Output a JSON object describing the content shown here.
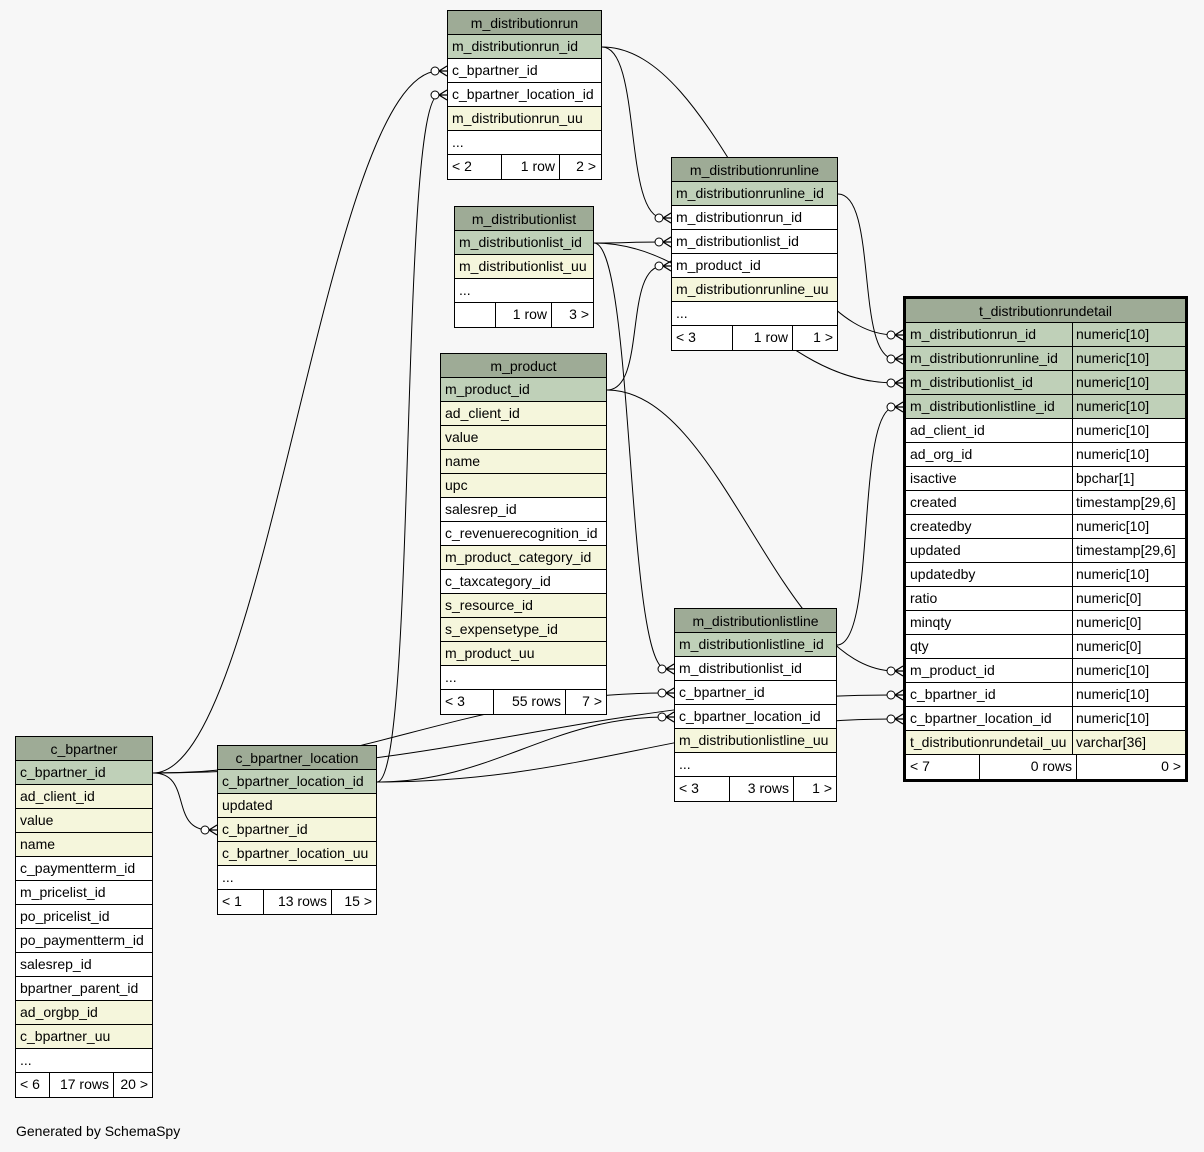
{
  "generated_by": "Generated by SchemaSpy",
  "colors": {
    "header": "#9eab96",
    "primary_key": "#bfd0b8",
    "indexed": "#f5f6dc",
    "plain": "#ffffff",
    "background": "#f7f7f7"
  },
  "tables": {
    "m_distributionrun": {
      "name": "m_distributionrun",
      "columns": [
        {
          "name": "m_distributionrun_id",
          "kind": "pk"
        },
        {
          "name": "c_bpartner_id",
          "kind": "plain"
        },
        {
          "name": "c_bpartner_location_id",
          "kind": "plain"
        },
        {
          "name": "m_distributionrun_uu",
          "kind": "idx"
        },
        {
          "name": "...",
          "kind": "plain"
        }
      ],
      "footer": {
        "left": "< 2",
        "rows": "1 row",
        "right": "2 >"
      }
    },
    "m_distributionlist": {
      "name": "m_distributionlist",
      "columns": [
        {
          "name": "m_distributionlist_id",
          "kind": "pk"
        },
        {
          "name": "m_distributionlist_uu",
          "kind": "idx"
        },
        {
          "name": "...",
          "kind": "plain"
        }
      ],
      "footer": {
        "left": "",
        "rows": "1 row",
        "right": "3 >"
      }
    },
    "m_product": {
      "name": "m_product",
      "columns": [
        {
          "name": "m_product_id",
          "kind": "pk"
        },
        {
          "name": "ad_client_id",
          "kind": "idx"
        },
        {
          "name": "value",
          "kind": "idx"
        },
        {
          "name": "name",
          "kind": "idx"
        },
        {
          "name": "upc",
          "kind": "idx"
        },
        {
          "name": "salesrep_id",
          "kind": "plain"
        },
        {
          "name": "c_revenuerecognition_id",
          "kind": "plain"
        },
        {
          "name": "m_product_category_id",
          "kind": "idx"
        },
        {
          "name": "c_taxcategory_id",
          "kind": "plain"
        },
        {
          "name": "s_resource_id",
          "kind": "idx"
        },
        {
          "name": "s_expensetype_id",
          "kind": "idx"
        },
        {
          "name": "m_product_uu",
          "kind": "idx"
        },
        {
          "name": "...",
          "kind": "plain"
        }
      ],
      "footer": {
        "left": "< 3",
        "rows": "55 rows",
        "right": "7 >"
      }
    },
    "m_distributionrunline": {
      "name": "m_distributionrunline",
      "columns": [
        {
          "name": "m_distributionrunline_id",
          "kind": "pk"
        },
        {
          "name": "m_distributionrun_id",
          "kind": "plain"
        },
        {
          "name": "m_distributionlist_id",
          "kind": "plain"
        },
        {
          "name": "m_product_id",
          "kind": "plain"
        },
        {
          "name": "m_distributionrunline_uu",
          "kind": "idx"
        },
        {
          "name": "...",
          "kind": "plain"
        }
      ],
      "footer": {
        "left": "< 3",
        "rows": "1 row",
        "right": "1 >"
      }
    },
    "m_distributionlistline": {
      "name": "m_distributionlistline",
      "columns": [
        {
          "name": "m_distributionlistline_id",
          "kind": "pk"
        },
        {
          "name": "m_distributionlist_id",
          "kind": "plain"
        },
        {
          "name": "c_bpartner_id",
          "kind": "plain"
        },
        {
          "name": "c_bpartner_location_id",
          "kind": "plain"
        },
        {
          "name": "m_distributionlistline_uu",
          "kind": "idx"
        },
        {
          "name": "...",
          "kind": "plain"
        }
      ],
      "footer": {
        "left": "< 3",
        "rows": "3 rows",
        "right": "1 >"
      }
    },
    "c_bpartner": {
      "name": "c_bpartner",
      "columns": [
        {
          "name": "c_bpartner_id",
          "kind": "pk"
        },
        {
          "name": "ad_client_id",
          "kind": "idx"
        },
        {
          "name": "value",
          "kind": "idx"
        },
        {
          "name": "name",
          "kind": "idx"
        },
        {
          "name": "c_paymentterm_id",
          "kind": "plain"
        },
        {
          "name": "m_pricelist_id",
          "kind": "plain"
        },
        {
          "name": "po_pricelist_id",
          "kind": "plain"
        },
        {
          "name": "po_paymentterm_id",
          "kind": "plain"
        },
        {
          "name": "salesrep_id",
          "kind": "plain"
        },
        {
          "name": "bpartner_parent_id",
          "kind": "plain"
        },
        {
          "name": "ad_orgbp_id",
          "kind": "idx"
        },
        {
          "name": "c_bpartner_uu",
          "kind": "idx"
        },
        {
          "name": "...",
          "kind": "plain"
        }
      ],
      "footer": {
        "left": "< 6",
        "rows": "17 rows",
        "right": "20 >"
      }
    },
    "c_bpartner_location": {
      "name": "c_bpartner_location",
      "columns": [
        {
          "name": "c_bpartner_location_id",
          "kind": "pk"
        },
        {
          "name": "updated",
          "kind": "idx"
        },
        {
          "name": "c_bpartner_id",
          "kind": "idx"
        },
        {
          "name": "c_bpartner_location_uu",
          "kind": "idx"
        },
        {
          "name": "...",
          "kind": "plain"
        }
      ],
      "footer": {
        "left": "< 1",
        "rows": "13 rows",
        "right": "15 >"
      }
    },
    "t_distributionrundetail": {
      "name": "t_distributionrundetail",
      "columns": [
        {
          "name": "m_distributionrun_id",
          "type": "numeric[10]",
          "kind": "pk"
        },
        {
          "name": "m_distributionrunline_id",
          "type": "numeric[10]",
          "kind": "pk"
        },
        {
          "name": "m_distributionlist_id",
          "type": "numeric[10]",
          "kind": "pk"
        },
        {
          "name": "m_distributionlistline_id",
          "type": "numeric[10]",
          "kind": "pk"
        },
        {
          "name": "ad_client_id",
          "type": "numeric[10]",
          "kind": "plain"
        },
        {
          "name": "ad_org_id",
          "type": "numeric[10]",
          "kind": "plain"
        },
        {
          "name": "isactive",
          "type": "bpchar[1]",
          "kind": "plain"
        },
        {
          "name": "created",
          "type": "timestamp[29,6]",
          "kind": "plain"
        },
        {
          "name": "createdby",
          "type": "numeric[10]",
          "kind": "plain"
        },
        {
          "name": "updated",
          "type": "timestamp[29,6]",
          "kind": "plain"
        },
        {
          "name": "updatedby",
          "type": "numeric[10]",
          "kind": "plain"
        },
        {
          "name": "ratio",
          "type": "numeric[0]",
          "kind": "plain"
        },
        {
          "name": "minqty",
          "type": "numeric[0]",
          "kind": "plain"
        },
        {
          "name": "qty",
          "type": "numeric[0]",
          "kind": "plain"
        },
        {
          "name": "m_product_id",
          "type": "numeric[10]",
          "kind": "plain"
        },
        {
          "name": "c_bpartner_id",
          "type": "numeric[10]",
          "kind": "plain"
        },
        {
          "name": "c_bpartner_location_id",
          "type": "numeric[10]",
          "kind": "plain"
        },
        {
          "name": "t_distributionrundetail_uu",
          "type": "varchar[36]",
          "kind": "idx"
        }
      ],
      "footer": {
        "left": "< 7",
        "rows": "0 rows",
        "right": "0 >"
      }
    }
  },
  "relationships": [
    {
      "from": "m_distributionrun.c_bpartner_id",
      "to": "c_bpartner.c_bpartner_id"
    },
    {
      "from": "m_distributionrun.c_bpartner_location_id",
      "to": "c_bpartner_location.c_bpartner_location_id"
    },
    {
      "from": "m_distributionrunline.m_distributionrun_id",
      "to": "m_distributionrun.m_distributionrun_id"
    },
    {
      "from": "m_distributionrunline.m_distributionlist_id",
      "to": "m_distributionlist.m_distributionlist_id"
    },
    {
      "from": "m_distributionrunline.m_product_id",
      "to": "m_product.m_product_id"
    },
    {
      "from": "m_distributionlistline.m_distributionlist_id",
      "to": "m_distributionlist.m_distributionlist_id"
    },
    {
      "from": "m_distributionlistline.c_bpartner_id",
      "to": "c_bpartner.c_bpartner_id"
    },
    {
      "from": "m_distributionlistline.c_bpartner_location_id",
      "to": "c_bpartner_location.c_bpartner_location_id"
    },
    {
      "from": "c_bpartner_location.c_bpartner_id",
      "to": "c_bpartner.c_bpartner_id"
    },
    {
      "from": "t_distributionrundetail.m_distributionrun_id",
      "to": "m_distributionrun.m_distributionrun_id"
    },
    {
      "from": "t_distributionrundetail.m_distributionrunline_id",
      "to": "m_distributionrunline.m_distributionrunline_id"
    },
    {
      "from": "t_distributionrundetail.m_distributionlist_id",
      "to": "m_distributionlist.m_distributionlist_id"
    },
    {
      "from": "t_distributionrundetail.m_distributionlistline_id",
      "to": "m_distributionlistline.m_distributionlistline_id"
    },
    {
      "from": "t_distributionrundetail.m_product_id",
      "to": "m_product.m_product_id"
    },
    {
      "from": "t_distributionrundetail.c_bpartner_id",
      "to": "c_bpartner.c_bpartner_id"
    },
    {
      "from": "t_distributionrundetail.c_bpartner_location_id",
      "to": "c_bpartner_location.c_bpartner_location_id"
    }
  ]
}
